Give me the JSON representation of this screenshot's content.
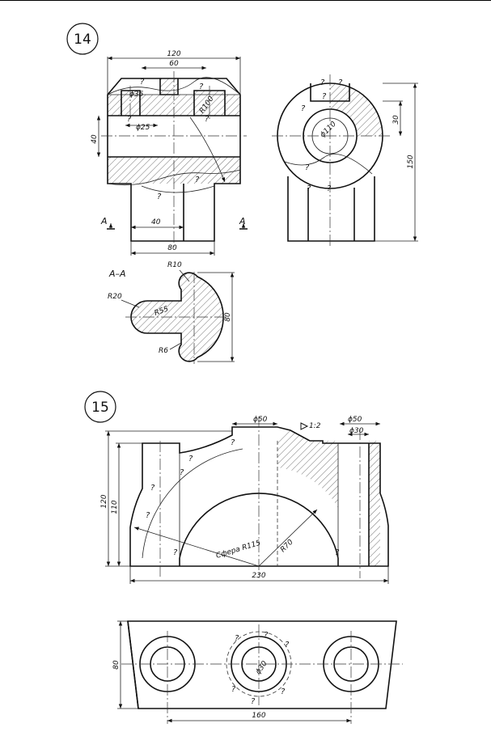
{
  "problem_14": {
    "number": "14",
    "dims": {
      "w120": "120",
      "w60": "60",
      "d35": "ϕ35",
      "d25": "ϕ25",
      "r100": "R100",
      "h40": "40",
      "w40": "40",
      "w80": "80",
      "d110": "ϕ110",
      "h30": "30",
      "h150": "150"
    },
    "section_label": "A–A",
    "cut_label": "A",
    "section_dims": {
      "r10": "R10",
      "r20": "R20",
      "r55": "R55",
      "r6": "R6",
      "h80": "80"
    },
    "unknown_mark": "?"
  },
  "problem_15": {
    "number": "15",
    "dims": {
      "d50a": "ϕ50",
      "d50b": "ϕ50",
      "d30": "ϕ30",
      "slope": "1:2",
      "h120": "120",
      "h110": "110",
      "sphere": "Сфера R115",
      "r70": "R70",
      "w230": "230",
      "h80": "80",
      "w160": "160",
      "d30b": "ϕ30"
    },
    "unknown_mark": "?"
  }
}
